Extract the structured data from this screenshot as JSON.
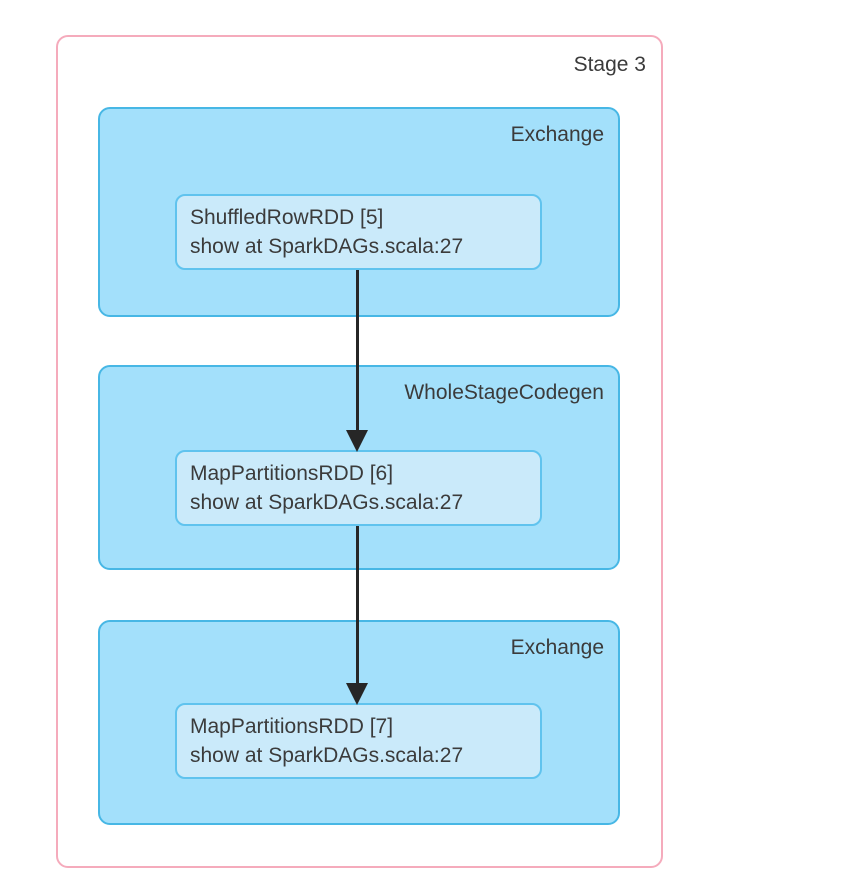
{
  "stage": {
    "label": "Stage 3"
  },
  "clusters": [
    {
      "label": "Exchange",
      "node": {
        "name": "ShuffledRowRDD [5]",
        "callsite": "show at SparkDAGs.scala:27"
      }
    },
    {
      "label": "WholeStageCodegen",
      "node": {
        "name": "MapPartitionsRDD [6]",
        "callsite": "show at SparkDAGs.scala:27"
      }
    },
    {
      "label": "Exchange",
      "node": {
        "name": "MapPartitionsRDD [7]",
        "callsite": "show at SparkDAGs.scala:27"
      }
    }
  ],
  "edges": [
    {
      "from": "ShuffledRowRDD [5]",
      "to": "MapPartitionsRDD [6]"
    },
    {
      "from": "MapPartitionsRDD [6]",
      "to": "MapPartitionsRDD [7]"
    }
  ],
  "colors": {
    "stage_border": "#f5abbc",
    "cluster_fill": "#a3e0fb",
    "cluster_border": "#47b7e5",
    "node_fill": "#caeafa",
    "node_border": "#60c3ee",
    "text": "#3b3b3b",
    "arrow": "#262626"
  }
}
